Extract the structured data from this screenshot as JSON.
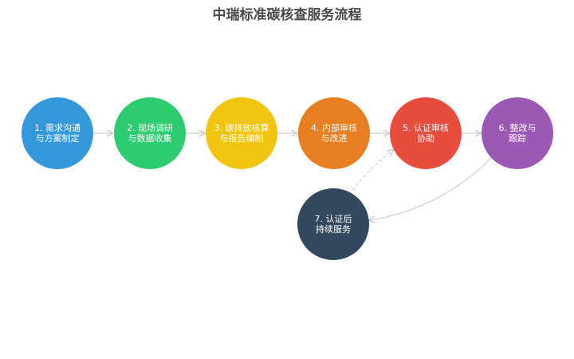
{
  "title": "中瑞标准碳核查服务流程",
  "steps": [
    {
      "id": "1",
      "line1": "1. 需求沟通",
      "line2": "与方案制定",
      "color": "#3498db"
    },
    {
      "id": "2",
      "line1": "2. 现场调研",
      "line2": "与数据收集",
      "color": "#2ecc71"
    },
    {
      "id": "3",
      "line1": "3. 碳排放核算",
      "line2": "与报告编制",
      "color": "#f1c40f"
    },
    {
      "id": "4",
      "line1": "4. 内部审核",
      "line2": "与改进",
      "color": "#e67e22"
    },
    {
      "id": "5",
      "line1": "5. 认证审核",
      "line2": "协助",
      "color": "#e74c3c"
    },
    {
      "id": "6",
      "line1": "6. 整改与",
      "line2": "跟踪",
      "color": "#9b59b6"
    },
    {
      "id": "7",
      "line1": "7. 认证后",
      "line2": "持续服务",
      "color": "#34495e"
    }
  ],
  "edges": [
    {
      "from": "1",
      "to": "2",
      "style": "solid"
    },
    {
      "from": "2",
      "to": "3",
      "style": "solid"
    },
    {
      "from": "3",
      "to": "4",
      "style": "solid"
    },
    {
      "from": "4",
      "to": "5",
      "style": "solid"
    },
    {
      "from": "5",
      "to": "6",
      "style": "solid"
    },
    {
      "from": "6",
      "to": "7",
      "style": "solid-curve"
    },
    {
      "from": "7",
      "to": "5",
      "style": "dashed-curve"
    }
  ]
}
